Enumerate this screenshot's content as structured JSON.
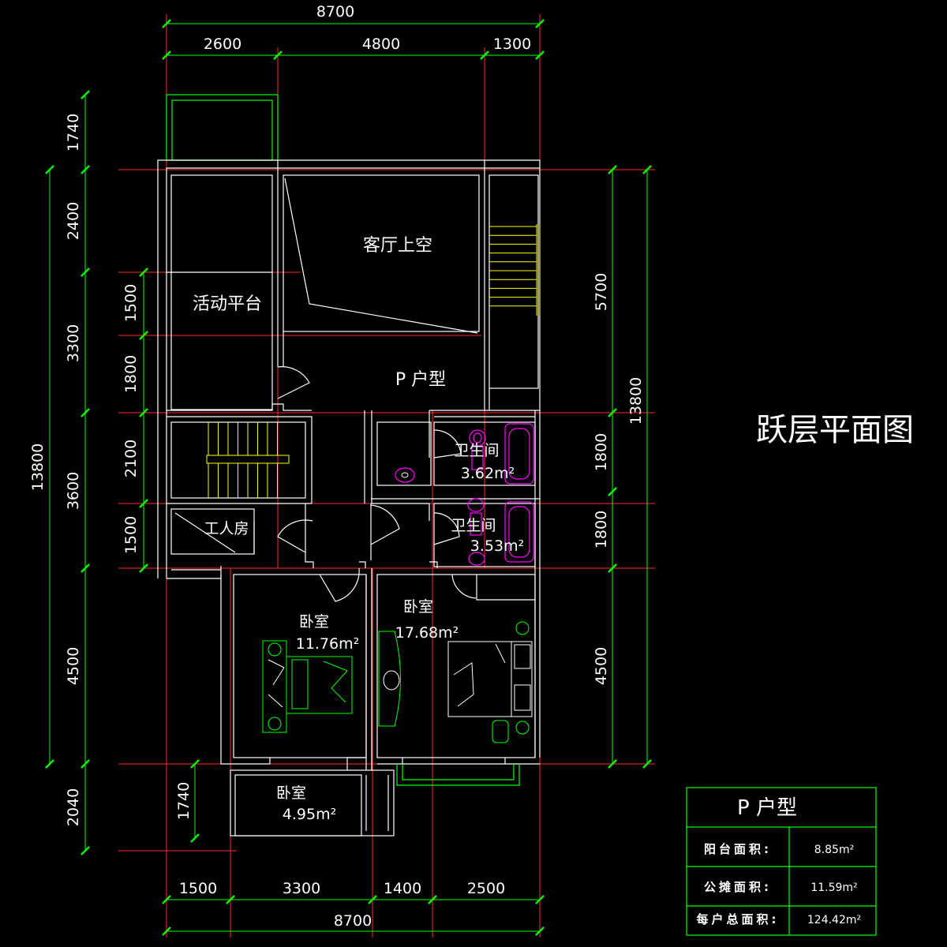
{
  "title": "跃层平面图",
  "unit_type": "P 户型",
  "dimensions": {
    "top_total": "8700",
    "top_segments": [
      "2600",
      "4800",
      "1300"
    ],
    "bottom_total": "8700",
    "bottom_segments": [
      "1500",
      "3300",
      "1400",
      "2500"
    ],
    "left_total": "13800",
    "left_outer": [
      "1740",
      "2400",
      "3300",
      "3600",
      "4500",
      "2040"
    ],
    "left_inner": [
      "1500",
      "1800",
      "2100",
      "1500"
    ],
    "left_balcony": "1740",
    "right_total": "13800",
    "right_segments": [
      "5700",
      "1800",
      "1800",
      "4500"
    ]
  },
  "rooms": {
    "living_void": "客厅上空",
    "terrace": "活动平台",
    "unit_label": "P 户型",
    "bath1_name": "卫生间",
    "bath1_area": "3.62m²",
    "bath2_name": "卫生间",
    "bath2_area": "3.53m²",
    "servant": "工人房",
    "bed1_name": "卧室",
    "bed1_area": "11.76m²",
    "bed2_name": "卧室",
    "bed2_area": "17.68m²",
    "bed3_name": "卧室",
    "bed3_area": "4.95m²"
  },
  "area_table": {
    "header": "P 户型",
    "rows": [
      {
        "label": "阳台面积:",
        "value": "8.85m²"
      },
      {
        "label": "公摊面积:",
        "value": "11.59m²"
      },
      {
        "label": "每户总面积:",
        "value": "124.42m²"
      }
    ]
  },
  "colors": {
    "background": "#000000",
    "axis": "#ff2a2a",
    "dimension": "#00ff00",
    "wall": "#ffffff",
    "stair": "#ffff00",
    "fixture": "#ff00ff"
  }
}
